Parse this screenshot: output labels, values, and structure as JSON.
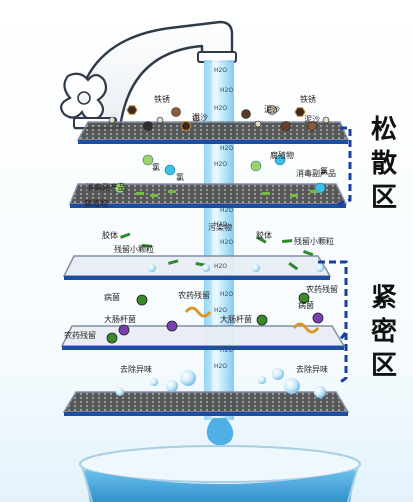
{
  "zones": {
    "loose": [
      "松",
      "散",
      "区"
    ],
    "dense": [
      "紧",
      "密",
      "区"
    ]
  },
  "molecule": "H2O",
  "layers": [
    {
      "labels": [
        "铁锈",
        "泥沙",
        "泥沙",
        "铁锈",
        "泥沙"
      ]
    },
    {
      "labels": [
        "氯",
        "腐殖物",
        "消毒副产品",
        "氯",
        "消毒副产品",
        "腐殖物",
        "氯"
      ]
    },
    {
      "labels": [
        "胶体",
        "污染物",
        "残留小颗粒",
        "胶体",
        "残留小颗粒"
      ]
    },
    {
      "labels": [
        "病菌",
        "农药残留",
        "大肠杆菌",
        "大肠杆菌",
        "病菌",
        "农药残留",
        "农药残留"
      ]
    },
    {
      "labels": [
        "去除异味",
        "去除异味"
      ]
    }
  ],
  "colors": {
    "water": "#6cc3ef",
    "dash": "#1b3f9c",
    "tray": "#b9bec6",
    "mesh": "#3c3c3c",
    "glass": "#dff1fb"
  }
}
